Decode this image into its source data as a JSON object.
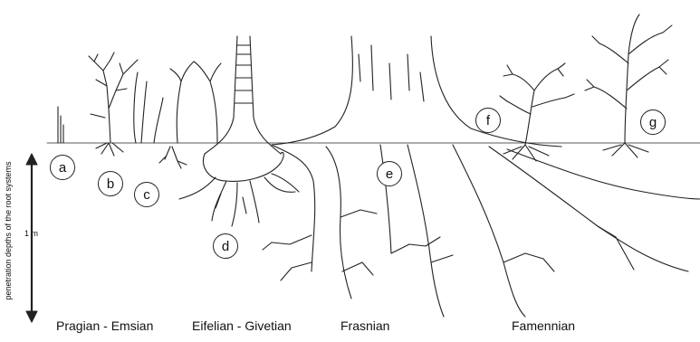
{
  "stages": [
    "Pragian - Emsian",
    "Eifelian - Givetian",
    "Frasnian",
    "Famennian"
  ],
  "plant_labels": [
    "a",
    "b",
    "c",
    "d",
    "e",
    "f",
    "g"
  ],
  "axis": {
    "label": "penetration depths of the root systems",
    "scale": "1 m"
  },
  "colors": {
    "ink": "#222222",
    "background": "#ffffff"
  }
}
